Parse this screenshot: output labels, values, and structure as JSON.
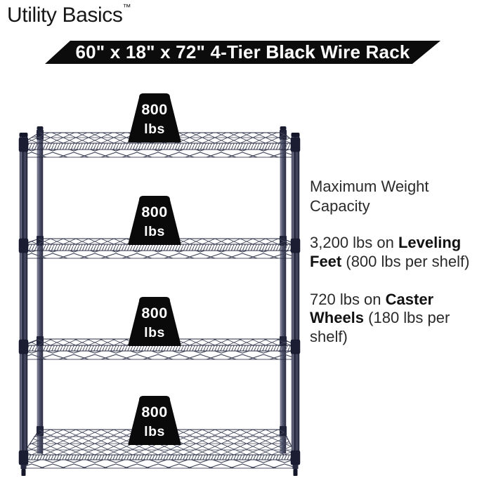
{
  "brand": {
    "name": "Utility Basics",
    "trademark": "™"
  },
  "banner": {
    "prefix": "60\" x 18\" x 72\" 4-Tier ",
    "highlight": "Black",
    "suffix": " Wire Rack",
    "bg_color": "#0c0c0c",
    "text_color": "#ffffff"
  },
  "rack": {
    "tiers": 4,
    "post_color": "#3b3e54",
    "wire_color": "#44485c",
    "badge_bg": "#0a0a0a",
    "badge_text_color": "#ffffff",
    "badges": [
      {
        "value": "800",
        "unit": "lbs"
      },
      {
        "value": "800",
        "unit": "lbs"
      },
      {
        "value": "800",
        "unit": "lbs"
      },
      {
        "value": "800",
        "unit": "lbs"
      }
    ]
  },
  "info": {
    "heading": "Maximum Weight Capacity",
    "items": [
      {
        "prefix": "3,200 lbs on ",
        "bold": "Leveling Feet",
        "suffix": " (800 lbs per shelf)"
      },
      {
        "prefix": "720 lbs on ",
        "bold": "Caster Wheels",
        "suffix": " (180 lbs per shelf)"
      }
    ]
  }
}
